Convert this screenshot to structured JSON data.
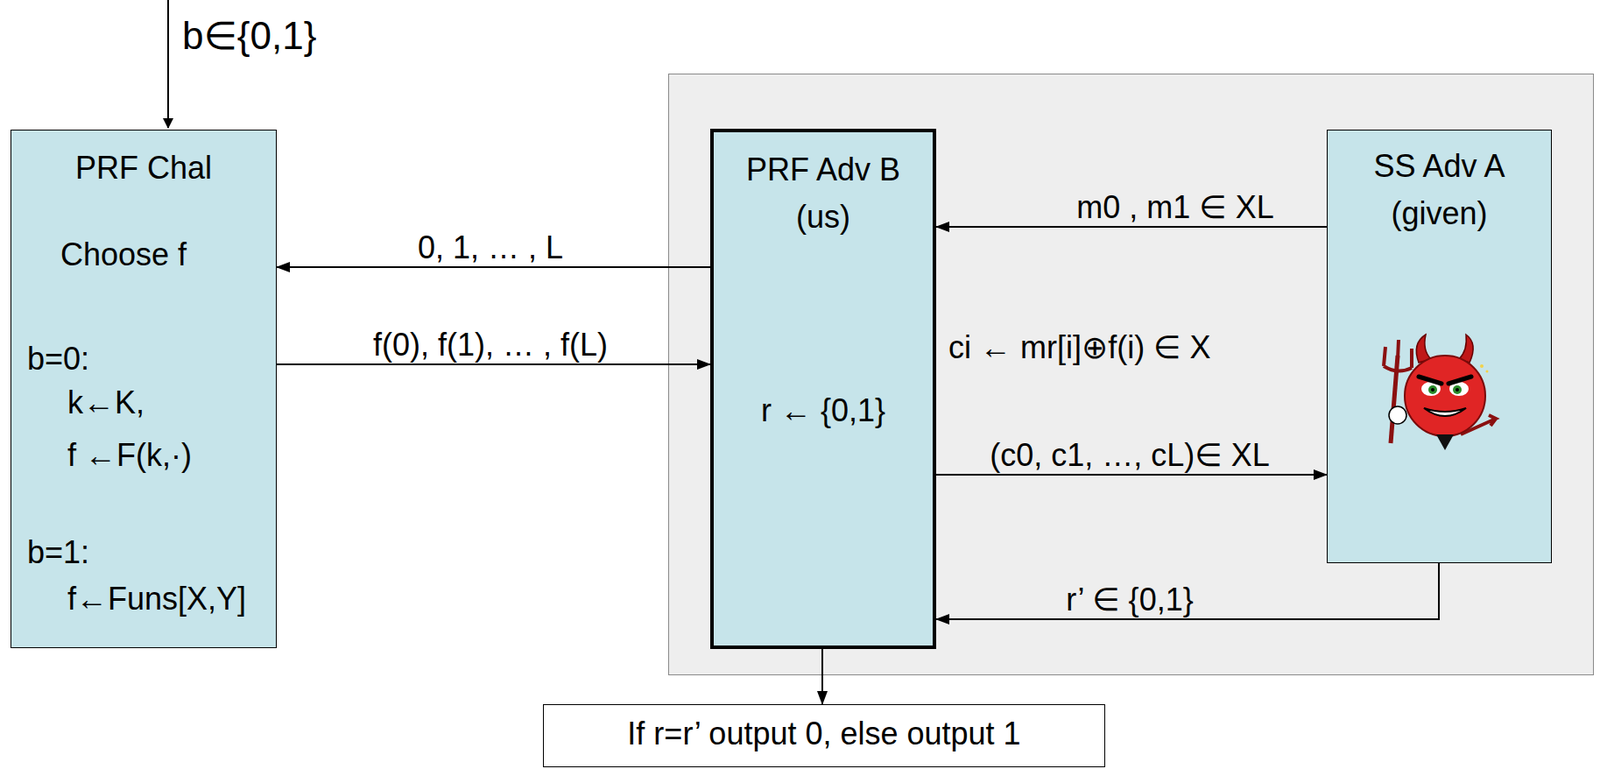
{
  "diagram": {
    "nodes": [
      {
        "text": [
          "PRF Chal",
          "Choose f",
          "b=0:",
          "k←K,",
          "f ←F(k,·)",
          "b=1:",
          "f←Funs[X,Y]"
        ]
      },
      {
        "text": [
          "PRF Adv B",
          "(us)",
          "r ← {0,1}"
        ]
      },
      {
        "text": [
          "SS Adv A",
          "(given)"
        ]
      },
      {
        "text": [
          "If r=r’ output 0, else output 1"
        ]
      }
    ],
    "edges": [
      {
        "from": 2,
        "to": 1,
        "label": "m0 , m1 ∈ XL",
        "arrow": "to"
      },
      {
        "from": 1,
        "to": 0,
        "label": "0, 1, … , L",
        "arrow": "to"
      },
      {
        "from": 0,
        "to": 1,
        "label": "f(0), f(1), … , f(L)",
        "arrow": "to"
      },
      {
        "from": 1,
        "to": 2,
        "label": "(c0, c1, …, cL)∈ XL",
        "arrow": "to"
      },
      {
        "from": 2,
        "to": 1,
        "label": "r’ ∈ {0,1}",
        "arrow": "to"
      },
      {
        "from": 1,
        "to": 3,
        "arrow": "to"
      }
    ],
    "labels": [
      "b∈{0,1}",
      "ci ← mr[i]⊕f(i) ∈ X"
    ]
  }
}
